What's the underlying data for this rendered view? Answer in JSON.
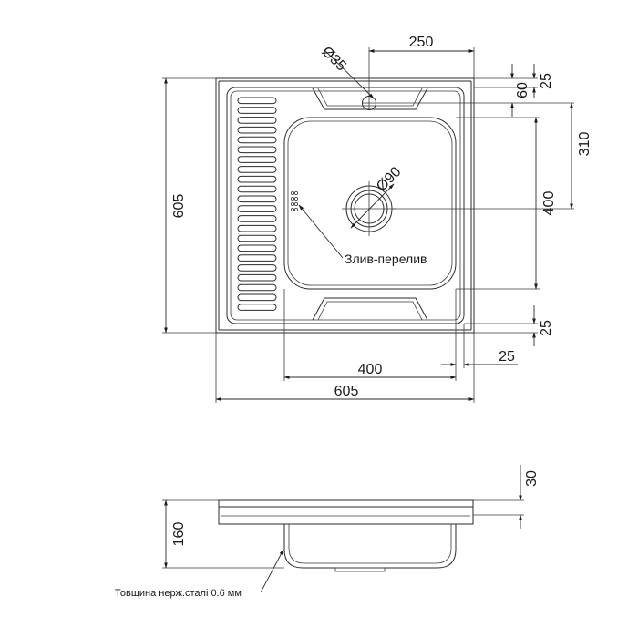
{
  "top_view": {
    "dim_width_overall": "605",
    "dim_height_overall": "605",
    "dim_bowl_width": "400",
    "dim_tap_offset": "250",
    "dim_tap_hole": "Ø35",
    "dim_drain": "Ø90",
    "dim_top_25": "25",
    "dim_top_60": "60",
    "dim_tap_to_drain": "310",
    "dim_bowl_height": "400",
    "dim_bottom_25": "25",
    "dim_right_25": "25",
    "overflow_label": "Злив-перелив"
  },
  "side_view": {
    "dim_rim": "30",
    "dim_depth": "160",
    "thickness_note": "Товщина нерж.сталі 0.6 мм"
  }
}
